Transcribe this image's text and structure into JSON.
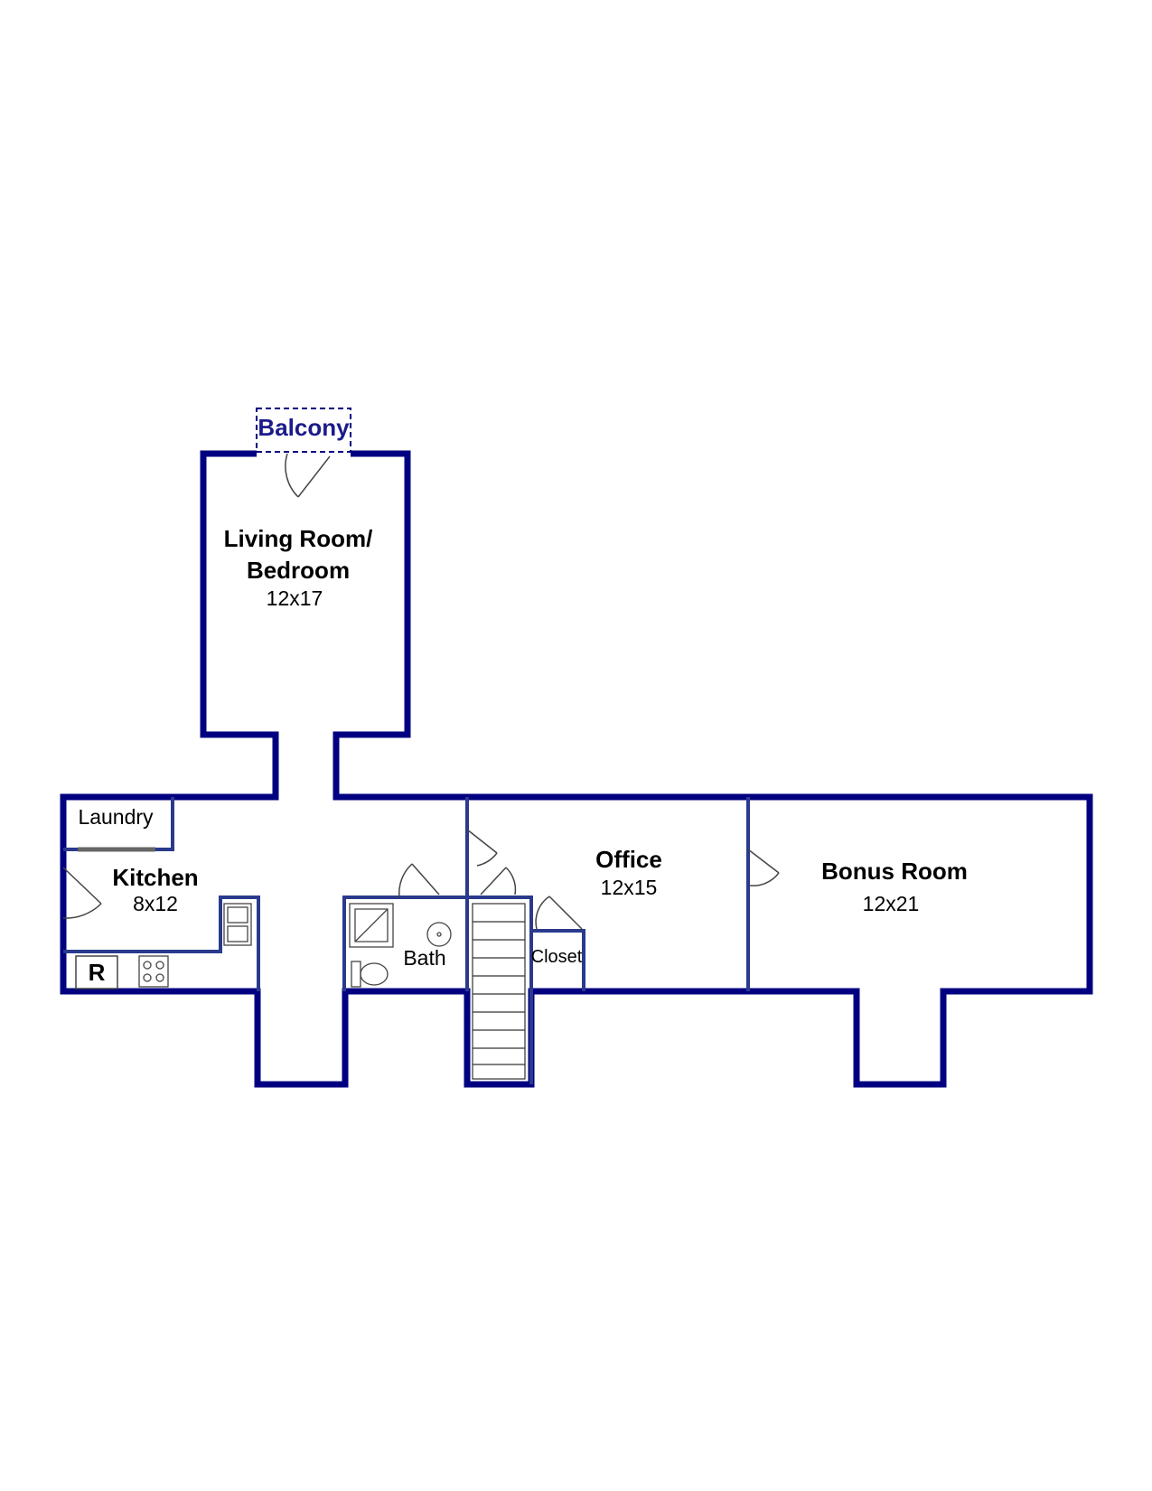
{
  "rooms": {
    "balcony": {
      "name": "Balcony"
    },
    "living": {
      "name_line1": "Living Room/",
      "name_line2": "Bedroom",
      "dims": "12x17"
    },
    "laundry": {
      "name": "Laundry"
    },
    "kitchen": {
      "name": "Kitchen",
      "dims": "8x12"
    },
    "bath": {
      "name": "Bath"
    },
    "closet": {
      "name": "Closet"
    },
    "office": {
      "name": "Office",
      "dims": "12x15"
    },
    "bonus": {
      "name": "Bonus Room",
      "dims": "12x21"
    }
  },
  "fixtures": {
    "refrigerator": "R"
  },
  "colors": {
    "wall": "#000080",
    "interior_wall": "#2a3a8c",
    "fixture": "#555555"
  }
}
